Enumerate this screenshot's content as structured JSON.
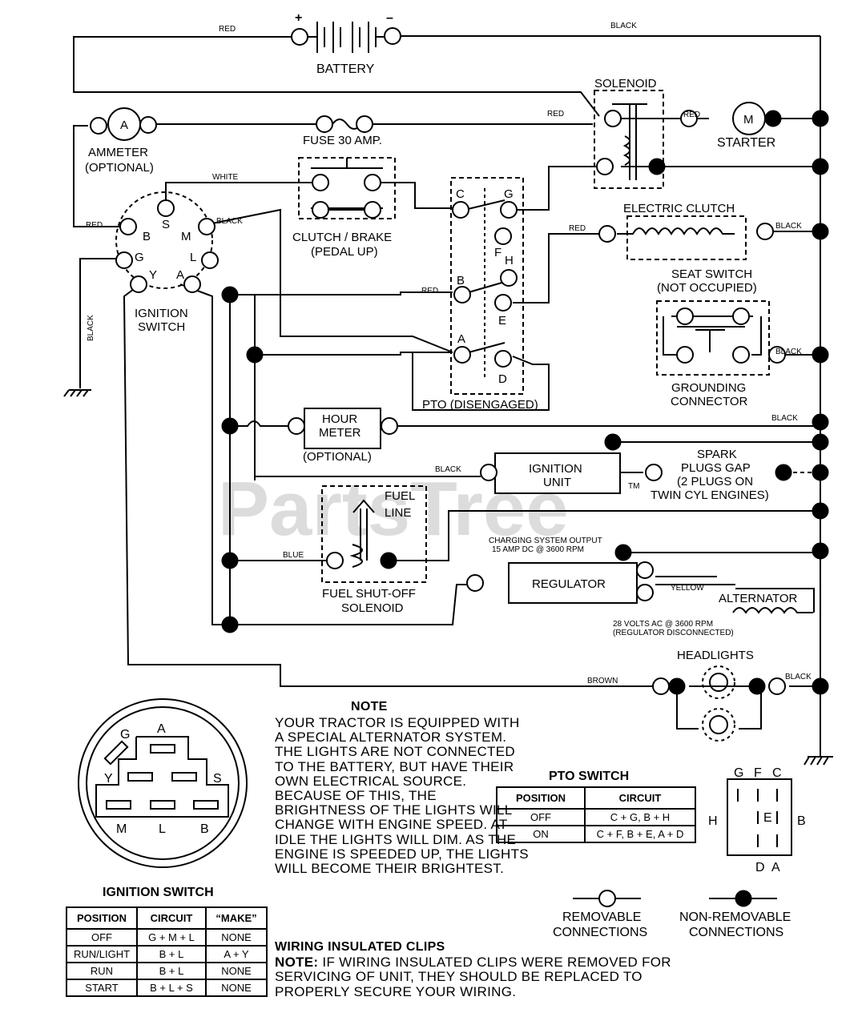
{
  "watermark": "PartsTree",
  "watermark_tm": "TM",
  "components": {
    "battery": "BATTERY",
    "battery_plus": "+",
    "battery_minus": "–",
    "solenoid": "SOLENOID",
    "starter": "STARTER",
    "starter_symbol": "M",
    "ammeter_symbol": "A",
    "ammeter_line1": "AMMETER",
    "ammeter_line2": "(OPTIONAL)",
    "fuse": "FUSE 30 AMP.",
    "electric_clutch": "ELECTRIC CLUTCH",
    "clutch_brake_line1": "CLUTCH / BRAKE",
    "clutch_brake_line2": "(PEDAL UP)",
    "seat_switch_line1": "SEAT SWITCH",
    "seat_switch_line2": "(NOT OCCUPIED)",
    "grounding_line1": "GROUNDING",
    "grounding_line2": "CONNECTOR",
    "pto": "PTO (DISENGAGED)",
    "ignition_switch_line1": "IGNITION",
    "ignition_switch_line2": "SWITCH",
    "hour_meter_line1": "HOUR",
    "hour_meter_line2": "METER",
    "hour_meter_line3": "(OPTIONAL)",
    "ignition_unit_line1": "IGNITION",
    "ignition_unit_line2": "UNIT",
    "spark_line1": "SPARK",
    "spark_line2": "PLUGS GAP",
    "spark_line3": "(2 PLUGS ON",
    "spark_line4": "TWIN CYL  ENGINES)",
    "fuel_line1": "FUEL",
    "fuel_line2": "LINE",
    "fuel_solenoid_line1": "FUEL SHUT-OFF",
    "fuel_solenoid_line2": "SOLENOID",
    "charging_line1": "CHARGING SYSTEM OUTPUT",
    "charging_line2": "15 AMP DC @ 3600 RPM",
    "regulator": "REGULATOR",
    "alternator": "ALTERNATOR",
    "volts_line1": "28 VOLTS AC @ 3600 RPM",
    "volts_line2": "(REGULATOR DISCONNECTED)",
    "headlights": "HEADLIGHTS"
  },
  "terminals": {
    "ign": [
      "B",
      "S",
      "M",
      "G",
      "L",
      "Y",
      "A"
    ],
    "pto": [
      "C",
      "G",
      "F",
      "H",
      "B",
      "E",
      "A",
      "D"
    ]
  },
  "wires": {
    "red": "RED",
    "black": "BLACK",
    "white": "WHITE",
    "blue": "BLUE",
    "yellow": "YELLOW",
    "brown": "BROWN"
  },
  "ign_plug": {
    "letters": [
      "G",
      "A",
      "Y",
      "S",
      "M",
      "L",
      "B"
    ]
  },
  "ignition_table": {
    "title": "IGNITION SWITCH",
    "headers": [
      "POSITION",
      "CIRCUIT",
      "“MAKE”"
    ],
    "rows": [
      [
        "OFF",
        "G + M + L",
        "NONE"
      ],
      [
        "RUN/LIGHT",
        "B + L",
        "A + Y"
      ],
      [
        "RUN",
        "B + L",
        "NONE"
      ],
      [
        "START",
        "B + L + S",
        "NONE"
      ]
    ]
  },
  "pto_table": {
    "title": "PTO SWITCH",
    "headers": [
      "POSITION",
      "CIRCUIT"
    ],
    "rows": [
      [
        "OFF",
        "C + G, B + H"
      ],
      [
        "ON",
        "C + F, B + E, A + D"
      ]
    ]
  },
  "pto_plug": {
    "letters": [
      "G",
      "F",
      "C",
      "H",
      "E",
      "B",
      "D",
      "A"
    ]
  },
  "legend": {
    "removable_line1": "REMOVABLE",
    "removable_line2": "CONNECTIONS",
    "nonremovable_line1": "NON-REMOVABLE",
    "nonremovable_line2": "CONNECTIONS"
  },
  "note": {
    "title": "NOTE",
    "body": "YOUR TRACTOR IS EQUIPPED WITH A SPECIAL ALTERNATOR SYSTEM. THE LIGHTS ARE NOT CONNECTED TO THE BATTERY, BUT HAVE THEIR OWN ELECTRICAL SOURCE. BECAUSE OF THIS, THE BRIGHTNESS OF THE LIGHTS WILL CHANGE WITH ENGINE SPEED.  AT IDLE THE LIGHTS WILL DIM.  AS THE ENGINE IS SPEEDED UP, THE LIGHTS WILL BECOME THEIR BRIGHTEST."
  },
  "clips": {
    "title": "WIRING INSULATED CLIPS",
    "note_label": "NOTE:",
    "body": "IF WIRING INSULATED CLIPS WERE REMOVED FOR SERVICING OF UNIT, THEY SHOULD BE REPLACED TO PROPERLY SECURE YOUR WIRING."
  }
}
